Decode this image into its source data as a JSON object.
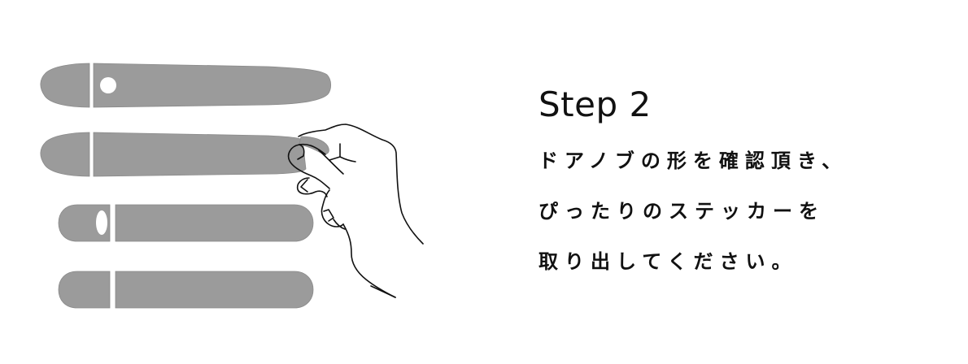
{
  "step": {
    "title": "Step 2"
  },
  "instructions": {
    "line1": "ドアノブの形を確認頂き、",
    "line2": "ぴったりのステッカーを",
    "line3": "取り出してください。"
  },
  "illustration": {
    "stickers": [
      {
        "id": "sticker-1",
        "feature": "round-keyhole"
      },
      {
        "id": "sticker-2",
        "feature": "being-peeled"
      },
      {
        "id": "sticker-3",
        "feature": "oval-keyhole"
      },
      {
        "id": "sticker-4",
        "feature": "plain"
      }
    ],
    "colors": {
      "sticker_fill": "#9b9b9b",
      "sticker_edge": "#8a8a8a",
      "line": "#111111",
      "background": "#ffffff"
    }
  }
}
